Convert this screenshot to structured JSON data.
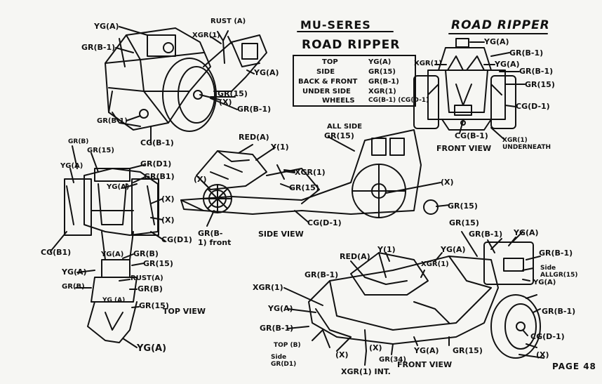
{
  "header": {
    "series_title": "MU-SERES",
    "vehicle_title": "ROAD RIPPER",
    "page_label": "PAGE 48"
  },
  "legend": {
    "title": "ROAD RIPPER",
    "rows": [
      {
        "part": "TOP",
        "color": "YG(A)"
      },
      {
        "part": "SIDE",
        "color": "GR(15)"
      },
      {
        "part": "BACK & FRONT",
        "color": "GR(B-1)"
      },
      {
        "part": "UNDER SIDE",
        "color": "XGR(1)"
      },
      {
        "part": "WHEELS",
        "color": "CG(B-1) (CG(D-1)"
      }
    ]
  },
  "views": {
    "side": "SIDE VIEW",
    "front": "FRONT VIEW",
    "top": "TOP VIEW",
    "bottom_front": "FRONT VIEW"
  },
  "callouts": {
    "iso_yg_a": "YG(A)",
    "iso_gr_b1": "GR(B-1)",
    "iso_rust": "RUST (A)",
    "iso_xgr": "XGR(1)",
    "iso_yg_a2": "YG(A)",
    "iso_gr15": "GR(15)",
    "iso_x": "(X)",
    "iso_gr_b1b": "GR(B-1)",
    "iso_gr_b1c": "GR(B-1)",
    "iso_cg_b1": "CG(B-1)",
    "fv_yg_a": "YG(A)",
    "fv_gr_b1": "GR(B-1)",
    "fv_xgr": "XGR(1)",
    "fv_yg_a2": "YG(A)",
    "fv_gr_b1b": "GR(B-1)",
    "fv_gr15": "GR(15)",
    "fv_cg_d1": "CG(D-1)",
    "fv_cg_b1": "CG(B-1)",
    "fv_xgr_under": "XGR(1) UNDERNEATH",
    "sv_all_side": "ALL SIDE",
    "sv_gr15_top": "GR(15)",
    "sv_red_a": "RED(A)",
    "sv_y1": "Y(1)",
    "sv_xgr": "XGR(1)",
    "sv_x1": "(X)",
    "sv_gr15": "GR(15)",
    "sv_x2": "(X)",
    "sv_gr15b": "GR(15)",
    "sv_cg_d1": "CG(D-1)",
    "sv_gr_b1_front": "GR(B-1) front",
    "tv_gr_b": "GR(B)",
    "tv_gr15": "GR(15)",
    "tv_ya": "YG(A)",
    "tv_gr_d1": "GR(D1)",
    "tv_gr_b1": "GR(B1)",
    "tv_yg_a": "YG(A)",
    "tv_x": "(X)",
    "tv_x2": "(X)",
    "tv_cg_d1": "CG(D1)",
    "tv_cg_b1": "CG(B1)",
    "tv_yg_a3": "YG(A)",
    "tv_gr_b2": "GR(B)",
    "tv_gr15b": "GR(15)",
    "tv_ya2": "YG(A)",
    "tv_rust": "RUST(A)",
    "tv_gr_b3": "GR(B)",
    "tv_gr_b4": "GR(B)",
    "tv_yg": "YG (A)",
    "tv_gr15c": "GR(15)",
    "tv_yga_bottom": "YG(A)",
    "fr_gr15": "GR(15)",
    "fr_gr_b1": "GR(B-1)",
    "fr_yg_a": "YG(A)",
    "fr_red_a": "RED(A)",
    "fr_y1": "Y(1)",
    "fr_yg_a2": "YG(A)",
    "fr_xgr": "XGR(1)",
    "fr_gr_b1b": "GR(B-1)",
    "fr_gr_b1c": "GR(B-1)",
    "fr_side_all": "Side ALLGR(15)",
    "fr_yga": "YG(A)",
    "fr_xgr2": "XGR(1)",
    "fr_yg_a3": "YG(A)",
    "fr_gr_b1d": "GR(B-1)",
    "fr_top": "TOP (B)",
    "fr_side": "Side GR(D1)",
    "fr_x": "(X)",
    "fr_gr_b1e": "GR(B-1)",
    "fr_x2": "(X)",
    "fr_xgr_int": "XGR(1) INT.",
    "fr_gr_34": "GR(34)",
    "fr_yga4": "YG(A)",
    "fr_gr15b": "GR(15)",
    "fr_cg_d1": "CG(D-1)",
    "fr_x3": "(X)"
  }
}
